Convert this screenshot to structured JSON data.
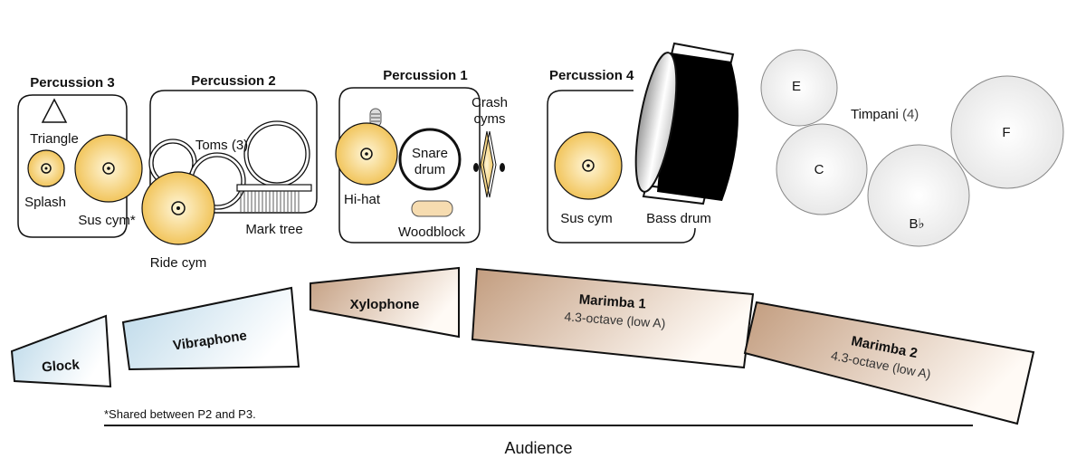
{
  "sections": {
    "percussion3": {
      "title": "Percussion 3",
      "items": [
        "Triangle",
        "Splash",
        "Sus cym*"
      ]
    },
    "percussion2": {
      "title": "Percussion 2",
      "items": [
        "Toms (3)",
        "Mark tree",
        "Ride cym"
      ]
    },
    "percussion1": {
      "title": "Percussion 1",
      "items": [
        "Hi-hat",
        "Snare",
        "drum",
        "Crash",
        "cyms",
        "Woodblock"
      ]
    },
    "percussion4": {
      "title": "Percussion 4",
      "items": [
        "Sus cym",
        "Bass drum"
      ]
    },
    "timpani": {
      "title": "Timpani",
      "count": "(4)",
      "drums": [
        "E",
        "C",
        "B♭",
        "F"
      ]
    }
  },
  "keyboards": [
    {
      "name": "Glock",
      "sub": "",
      "color": "#cfe4ef"
    },
    {
      "name": "Vibraphone",
      "sub": "",
      "color": "#cfe4ef"
    },
    {
      "name": "Xylophone",
      "sub": "",
      "color": "#c9a58a"
    },
    {
      "name": "Marimba 1",
      "sub": "4.3-octave (low A)",
      "color": "#c9a58a"
    },
    {
      "name": "Marimba 2",
      "sub": "4.3-octave (low A)",
      "color": "#c9a58a"
    }
  ],
  "footnote": "*Shared between P2 and P3.",
  "audience": "Audience",
  "colors": {
    "cymbal": "#f2c45a",
    "timpani": "#eeeeee",
    "bass_drum": "#000000"
  }
}
